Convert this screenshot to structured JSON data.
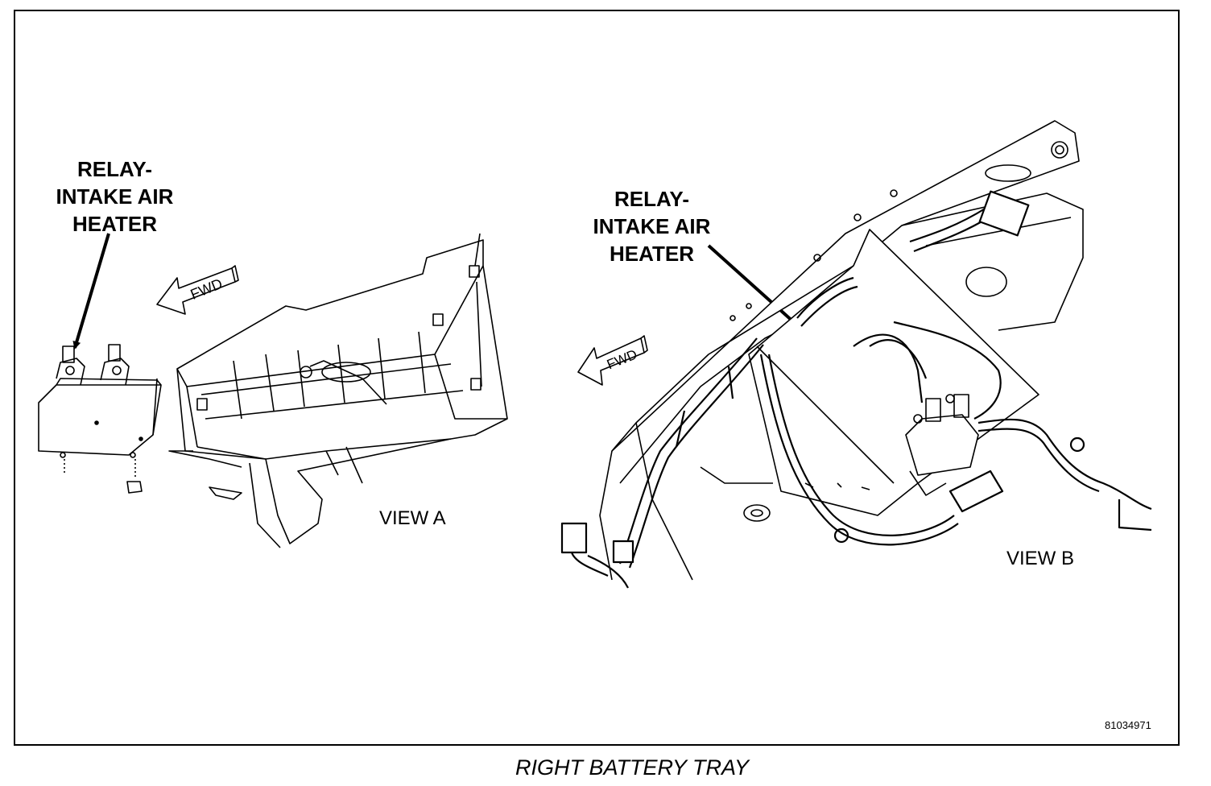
{
  "view_a": {
    "callout": [
      "RELAY-",
      "INTAKE AIR",
      "HEATER"
    ],
    "direction_tag": "FWD",
    "view_label": "VIEW A"
  },
  "view_b": {
    "callout": [
      "RELAY-",
      "INTAKE AIR",
      "HEATER"
    ],
    "direction_tag": "FWD",
    "view_label": "VIEW B"
  },
  "figure_number": "81034971",
  "caption": "RIGHT BATTERY TRAY"
}
